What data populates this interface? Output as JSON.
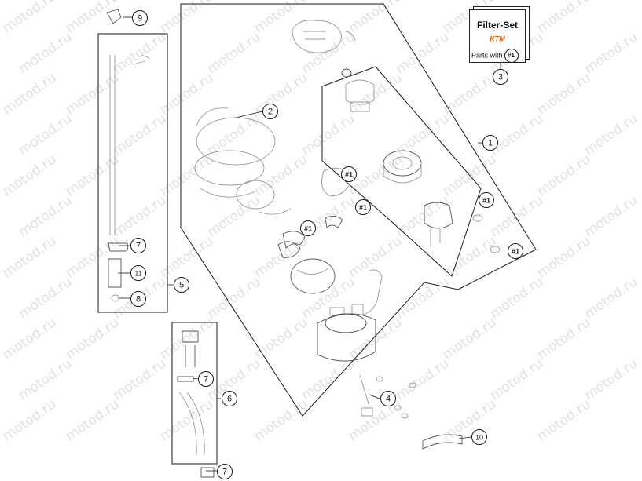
{
  "watermark": "motod.ru",
  "filter_set": {
    "title": "Filter-Set",
    "brand": "KTM",
    "parts_with": "Parts with",
    "ref": "#1"
  },
  "callouts": [
    {
      "label": "9"
    },
    {
      "label": "2"
    },
    {
      "label": "3"
    },
    {
      "label": "1"
    },
    {
      "label": "#1"
    },
    {
      "label": "#1"
    },
    {
      "label": "#1"
    },
    {
      "label": "#1"
    },
    {
      "label": "#1"
    },
    {
      "label": "7"
    },
    {
      "label": "11"
    },
    {
      "label": "5"
    },
    {
      "label": "8"
    },
    {
      "label": "7"
    },
    {
      "label": "6"
    },
    {
      "label": "4"
    },
    {
      "label": "10"
    },
    {
      "label": "7"
    }
  ],
  "colors": {
    "ink": "#1a1a1a",
    "part_line": "#9a9a9a",
    "watermark": "#e2e2e2"
  }
}
